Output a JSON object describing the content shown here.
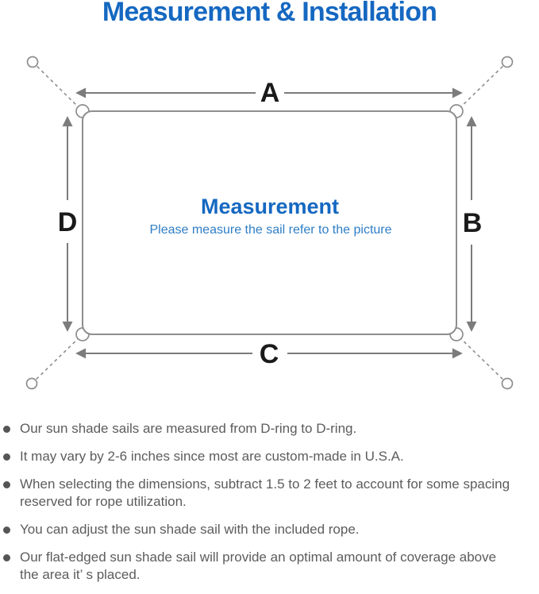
{
  "title": "Measurement & Installation",
  "diagram": {
    "dimension_labels": {
      "top": "A",
      "right": "B",
      "bottom": "C",
      "left": "D"
    },
    "center": {
      "title": "Measurement",
      "subtitle": "Please measure the sail refer to the picture"
    }
  },
  "bullets": [
    {
      "lines": [
        "Our sun shade sails are measured from D-ring to D-ring."
      ]
    },
    {
      "lines": [
        "It may vary by 2-6 inches since most are custom-made in U.S.A."
      ]
    },
    {
      "lines": [
        "When selecting the dimensions, subtract 1.5 to 2 feet to account for some spacing",
        "reserved for rope utilization."
      ]
    },
    {
      "lines": [
        "You can adjust the sun shade sail with the included rope."
      ]
    },
    {
      "lines": [
        "Our flat-edged sun shade sail will provide an optimal amount of coverage above",
        "the area it’ s placed."
      ]
    }
  ],
  "colors": {
    "accent_blue": "#1568c1",
    "subtitle_blue": "#2e7ec6",
    "line_gray": "#8e8e8e",
    "arrow_gray": "#7c7c7c",
    "label_black": "#1a1a1a",
    "text_gray": "#5c5c5c",
    "bullet_gray": "#555555",
    "background": "#ffffff"
  }
}
